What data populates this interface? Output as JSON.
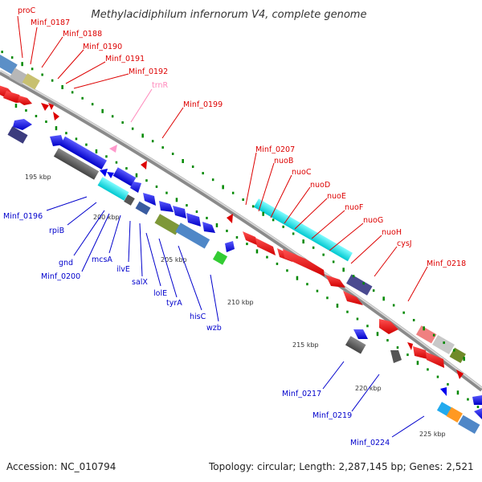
{
  "title": "Methylacidiphilum infernorum V4, complete genome",
  "footer": {
    "accession": "Accession: NC_010794",
    "stats": "Topology: circular; Length: 2,287,145 bp; Genes: 2,521"
  },
  "kbp_labels": [
    "195 kbp",
    "200 kbp",
    "205 kbp",
    "210 kbp",
    "215 kbp",
    "220 kbp",
    "225 kbp"
  ],
  "top_labels": [
    "proC",
    "Minf_0187",
    "Minf_0188",
    "Minf_0190",
    "Minf_0191",
    "Minf_0192",
    "trnR",
    "Minf_0199",
    "Minf_0207",
    "nuoB",
    "nuoC",
    "nuoD",
    "nuoE",
    "nuoF",
    "nuoG",
    "nuoH",
    "cysJ",
    "Minf_0218"
  ],
  "bottom_labels": [
    "Minf_0196",
    "rpiB",
    "gnd",
    "Minf_0200",
    "mcsA",
    "ilvE",
    "salX",
    "lolE",
    "tyrA",
    "hisC",
    "wzb",
    "Minf_0217",
    "Minf_0219",
    "Minf_0224"
  ],
  "colors": {
    "forward_cds": "#ee0000",
    "reverse_cds": "#0000ee",
    "trna": "#ff99cc",
    "label_forward": "#dd0000",
    "label_reverse": "#0000cc",
    "label_trna": "#ff88bb",
    "backbone": "#999999",
    "gc_ticks": "#008800"
  }
}
